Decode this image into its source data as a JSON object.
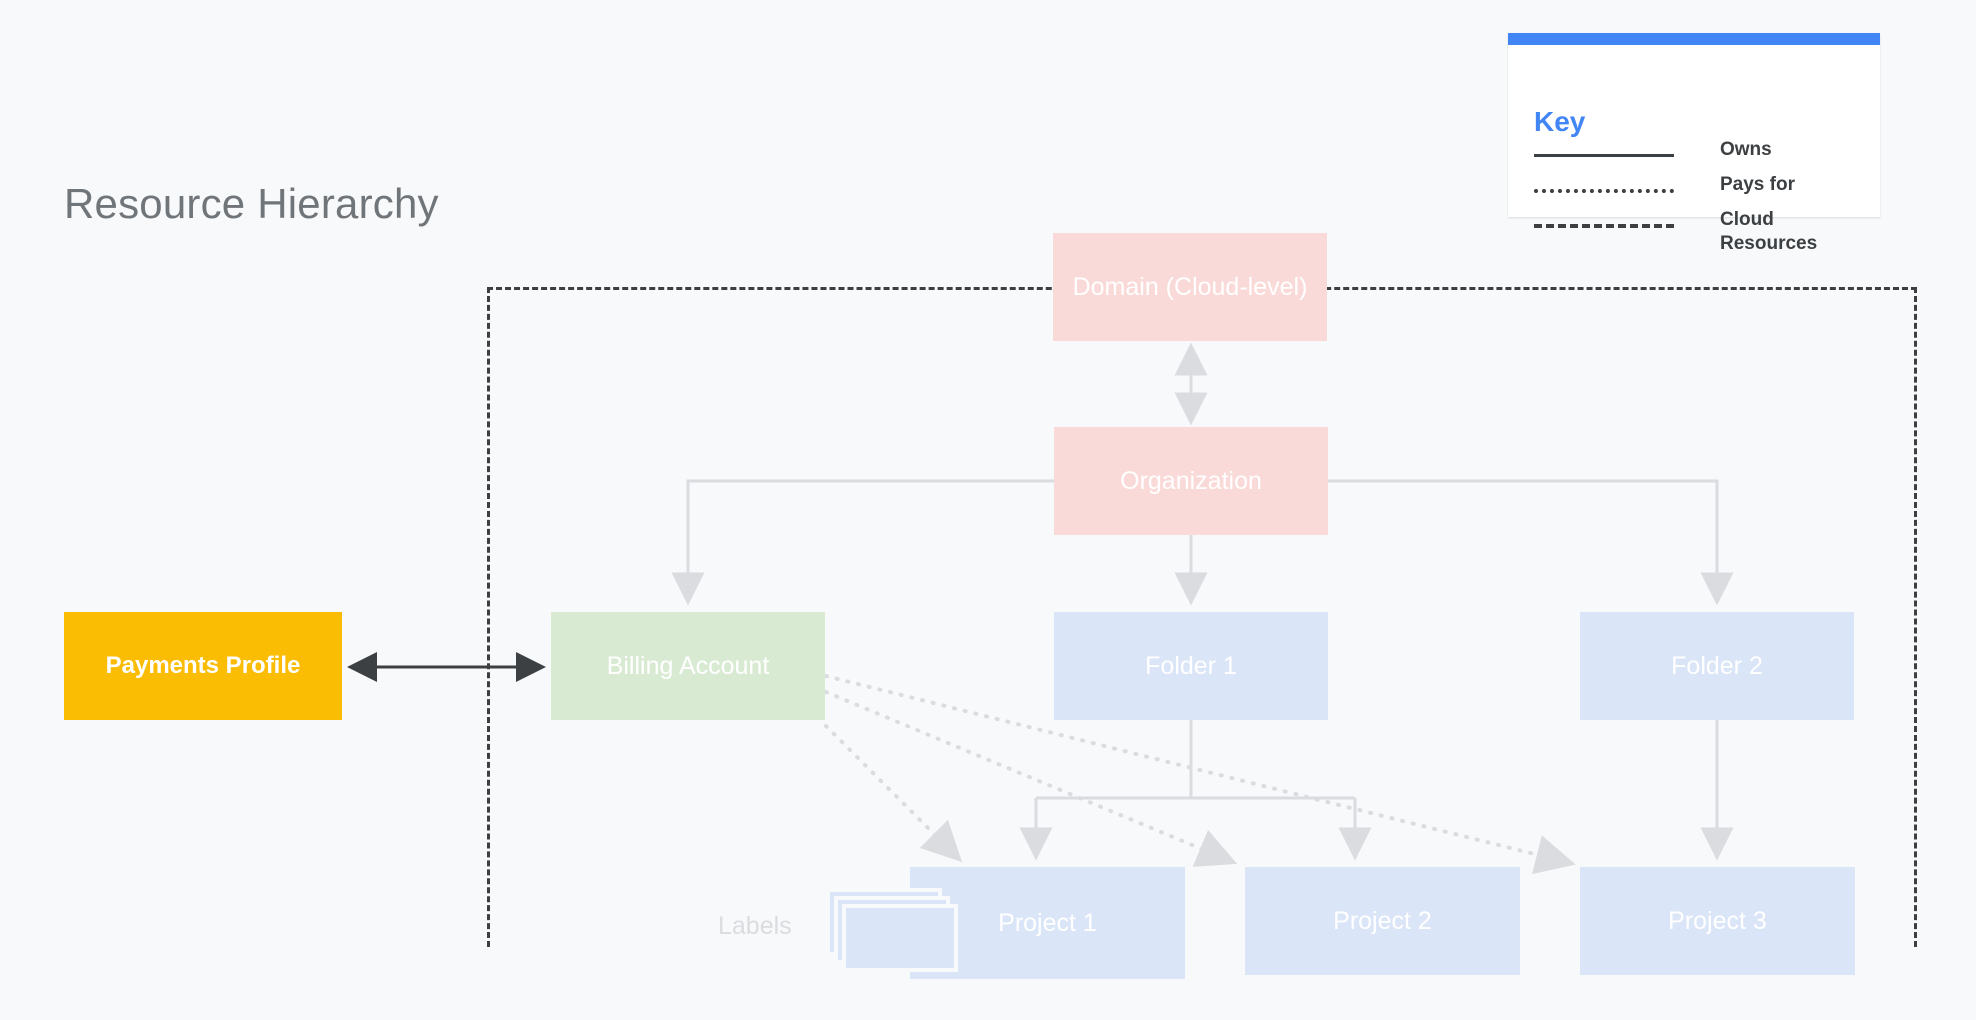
{
  "page": {
    "title": "Resource Hierarchy",
    "background_color": "#f7f9fa"
  },
  "legend": {
    "title": "Key",
    "accent_color": "#4285f4",
    "items": [
      {
        "style": "solid",
        "label": "Owns"
      },
      {
        "style": "dotted",
        "label": "Pays for"
      },
      {
        "style": "dashed",
        "label": "Cloud Resources"
      }
    ]
  },
  "boundary": {
    "name": "cloud-resources-boundary",
    "style": "dashed",
    "color": "#3c4043"
  },
  "nodes": {
    "domain": {
      "label": "Domain (Cloud-level)",
      "color": "#fadad8"
    },
    "organization": {
      "label": "Organization",
      "color": "#fadad8"
    },
    "billing": {
      "label": "Billing Account",
      "color": "#d9ead3"
    },
    "folder1": {
      "label": "Folder 1",
      "color": "#dbe5f8"
    },
    "folder2": {
      "label": "Folder 2",
      "color": "#dbe5f8"
    },
    "project1": {
      "label": "Project 1",
      "color": "#dbe5f8"
    },
    "project2": {
      "label": "Project 2",
      "color": "#dbe5f8"
    },
    "project3": {
      "label": "Project 3",
      "color": "#dbe5f8"
    },
    "payments": {
      "label": "Payments Profile",
      "color": "#fbbc04"
    },
    "labels": {
      "label": "Labels",
      "color": "#dbe5f8"
    }
  },
  "edges": [
    {
      "from": "domain",
      "to": "organization",
      "relation": "owns",
      "style": "solid",
      "arrows": "both"
    },
    {
      "from": "organization",
      "to": "billing",
      "relation": "owns",
      "style": "solid",
      "arrows": "end"
    },
    {
      "from": "organization",
      "to": "folder1",
      "relation": "owns",
      "style": "solid",
      "arrows": "end"
    },
    {
      "from": "organization",
      "to": "folder2",
      "relation": "owns",
      "style": "solid",
      "arrows": "end"
    },
    {
      "from": "folder1",
      "to": "project1",
      "relation": "owns",
      "style": "solid",
      "arrows": "end"
    },
    {
      "from": "folder1",
      "to": "project2",
      "relation": "owns",
      "style": "solid",
      "arrows": "end"
    },
    {
      "from": "folder2",
      "to": "project3",
      "relation": "owns",
      "style": "solid",
      "arrows": "end"
    },
    {
      "from": "billing",
      "to": "project1",
      "relation": "pays for",
      "style": "dotted",
      "arrows": "end"
    },
    {
      "from": "billing",
      "to": "project2",
      "relation": "pays for",
      "style": "dotted",
      "arrows": "end"
    },
    {
      "from": "billing",
      "to": "project3",
      "relation": "pays for",
      "style": "dotted",
      "arrows": "end"
    },
    {
      "from": "payments",
      "to": "billing",
      "relation": "pays for",
      "style": "solid",
      "arrows": "both"
    }
  ]
}
